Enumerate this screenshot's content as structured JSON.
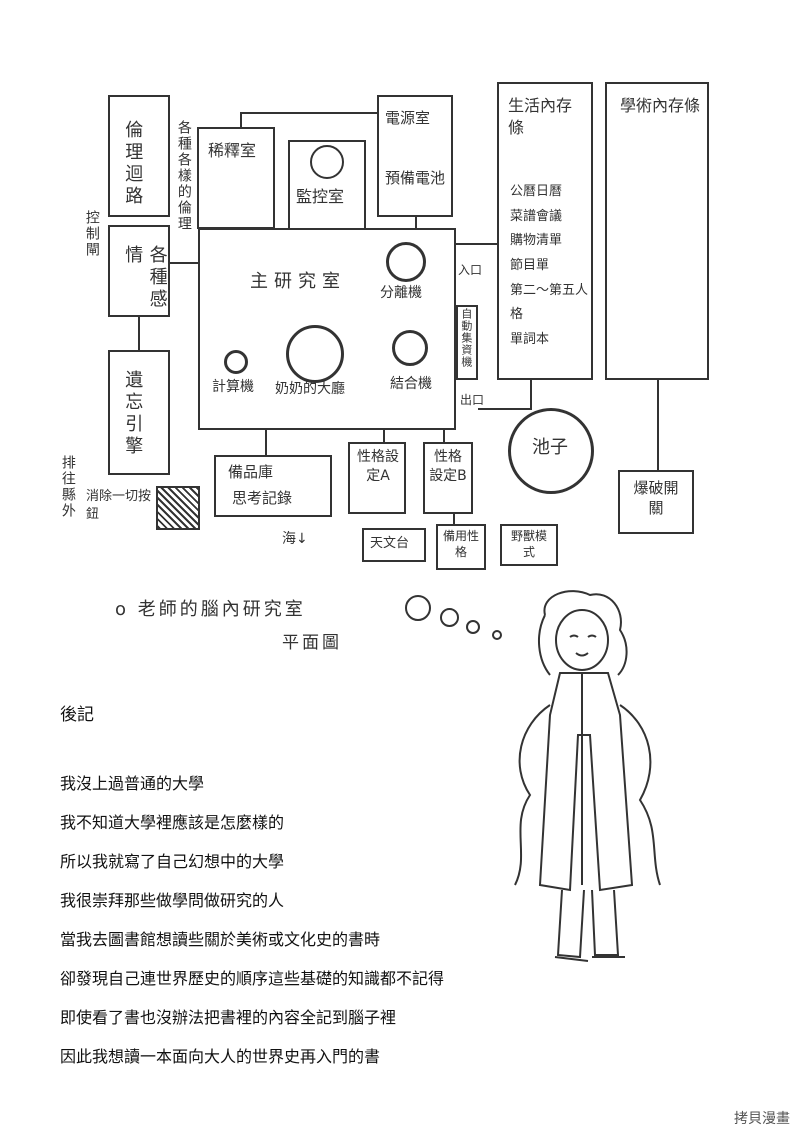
{
  "diagram": {
    "ethics_circuit": "倫理迴路",
    "ethics_side": "各種各樣的倫理",
    "control_room": "控制閘",
    "emotions": "各種感情",
    "instinct": "遺忘引擎",
    "exclusion": "排往縣外",
    "delete_button": "消除一切按鈕",
    "interpret_room": "稀釋室",
    "monitor_room": "監控室",
    "power_room": "電源室",
    "battery": "預備電池",
    "main_lab": "主研究室",
    "separator": "分離機",
    "calculator": "計算機",
    "grandma_hall": "奶奶的大廳",
    "combiner": "結合機",
    "entrance": "入口",
    "exit": "出口",
    "auto_sort": "自動集資機",
    "storage": "備品庫",
    "memory": "思考記錄",
    "sea": "海↓",
    "persona_a": "性格設定A",
    "persona_b": "性格設定B",
    "observatory": "天文台",
    "backup_persona": "備用性格",
    "wild_mode": "野獸模式",
    "pond": "池子",
    "life_list_title": "生活內存條",
    "life_items": [
      "公曆日曆",
      "菜譜會議",
      "購物清單",
      "節目單",
      "第二～第五人格",
      "單詞本"
    ],
    "academic_title": "學術內存條",
    "explosion": "爆破開關",
    "caption_line1": "o 老師的腦內研究室",
    "caption_line2": "平面圖"
  },
  "essay": {
    "heading": "後記",
    "lines": [
      "我沒上過普通的大學",
      "我不知道大學裡應該是怎麼樣的",
      "所以我就寫了自己幻想中的大學",
      "我很崇拜那些做學問做研究的人",
      "當我去圖書館想讀些關於美術或文化史的書時",
      "卻發現自己連世界歷史的順序這些基礎的知識都不記得",
      "即使看了書也沒辦法把書裡的內容全記到腦子裡",
      "因此我想讀一本面向大人的世界史再入門的書"
    ]
  },
  "watermark": "拷貝漫畫"
}
